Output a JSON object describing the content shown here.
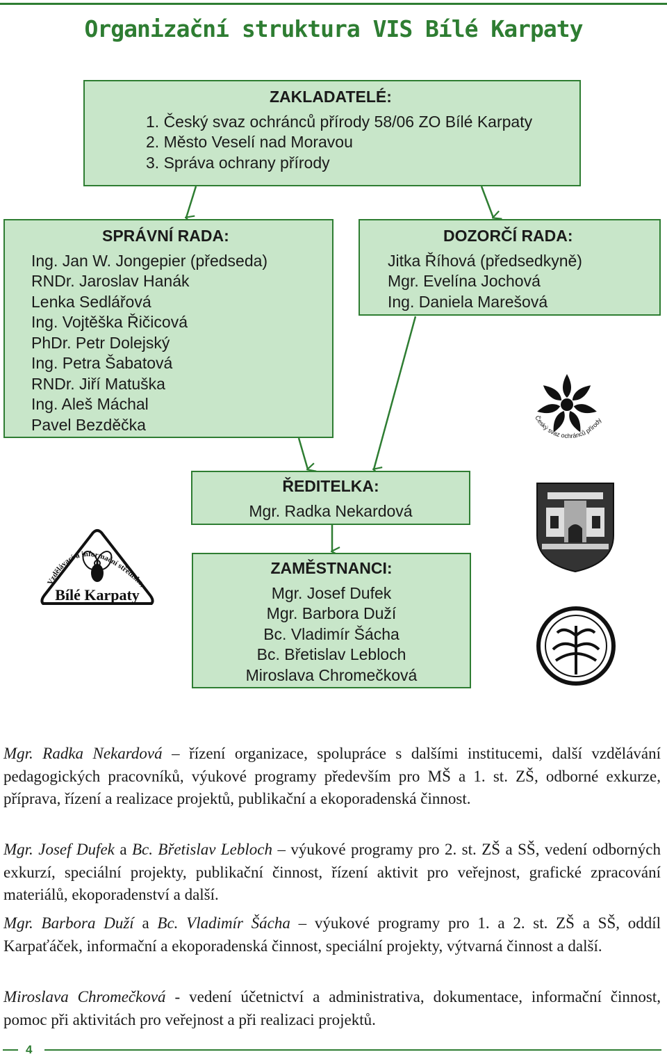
{
  "title": "Organizační struktura VIS Bílé Karpaty",
  "founders": {
    "heading": "ZAKLADATELÉ:",
    "items": [
      "1. Český svaz ochránců přírody 58/06 ZO Bílé Karpaty",
      "2. Město Veselí nad Moravou",
      "3. Správa ochrany přírody"
    ]
  },
  "board": {
    "heading": "SPRÁVNÍ RADA:",
    "members": [
      "Ing. Jan W. Jongepier (předseda)",
      "RNDr. Jaroslav Hanák",
      "Lenka Sedlářová",
      "Ing. Vojtěška Řičicová",
      "PhDr. Petr Dolejský",
      "Ing. Petra Šabatová",
      "RNDr. Jiří Matuška",
      "Ing. Aleš Máchal",
      "Pavel Bezděčka"
    ]
  },
  "supervisory": {
    "heading": "DOZORČÍ RADA:",
    "members": [
      "Jitka Říhová (předsedkyně)",
      "Mgr. Evelína Jochová",
      "Ing. Daniela Marešová"
    ]
  },
  "director": {
    "heading": "ŘEDITELKA:",
    "name": "Mgr. Radka Nekardová"
  },
  "staff": {
    "heading": "ZAMĚSTNANCI:",
    "members": [
      "Mgr. Josef Dufek",
      "Mgr. Barbora Duží",
      "Bc. Vladimír Šácha",
      "Bc. Břetislav Lebloch",
      "Miroslava Chromečková"
    ]
  },
  "logos": {
    "csop": {
      "icon": "flower-star-icon",
      "text": "Český svaz ochránců přírody"
    },
    "vis": {
      "icon": "orchid-icon",
      "arc_text": "Vzdělávací a informační středisko, o.p.s.",
      "name": "Bílé Karpaty"
    },
    "town": {
      "icon": "castle-coat-of-arms-icon"
    },
    "sop": {
      "icon": "tree-circle-emblem-icon"
    }
  },
  "descriptions": [
    {
      "names": "Mgr. Radka Nekardová",
      "sep": " – ",
      "text": "řízení organizace, spolupráce s dalšími institucemi, další vzdělávání pedagogických pracovníků, výukové programy především pro MŠ a 1. st. ZŠ, odborné exkurze, příprava, řízení a realizace projektů, publikační a ekoporadenská činnost."
    },
    {
      "name1": "Mgr. Josef Dufek",
      "and": " a ",
      "name2": "Bc. Břetislav Lebloch",
      "sep": " – ",
      "text": "výukové programy pro 2. st. ZŠ a SŠ, vedení odborných exkurzí, speciální projekty, publikační činnost, řízení aktivit pro veřejnost, grafické zpracování materiálů, ekoporadenství a další."
    },
    {
      "name1": "Mgr. Barbora Duží",
      "and": " a ",
      "name2": "Bc. Vladimír Šácha",
      "sep": " – ",
      "text": "výukové programy pro 1. a 2. st. ZŠ a SŠ, oddíl Karpaťáček, informační a ekoporadenská činnost, speciální projekty, výtvarná činnost a další."
    },
    {
      "names": "Miroslava Chromečková",
      "sep": " - ",
      "text": "vedení účetnictví a administrativa, dokumentace, informační činnost, pomoc při aktivitách pro veřejnost a při realizaci projektů."
    }
  ],
  "page_number": "4",
  "colors": {
    "accent": "#2e7d32",
    "box_fill": "#c8e6c9"
  }
}
